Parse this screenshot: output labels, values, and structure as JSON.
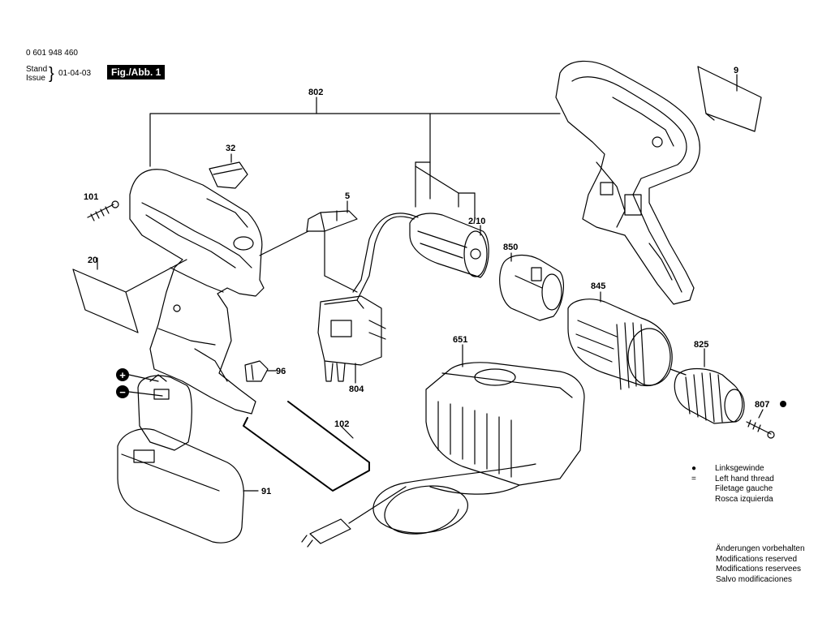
{
  "header": {
    "part_number": "0 601 948 460",
    "stand_label": "Stand",
    "issue_label": "Issue",
    "brace": "}",
    "date": "01-04-03",
    "figure_label": "Fig./Abb. 1"
  },
  "parts": {
    "p802": "802",
    "p9": "9",
    "p32": "32",
    "p101": "101",
    "p5": "5",
    "p2_10": "2/10",
    "p850": "850",
    "p20": "20",
    "p845": "845",
    "p651": "651",
    "p825": "825",
    "p96": "96",
    "p804": "804",
    "p807": "807",
    "p102": "102",
    "p91": "91"
  },
  "terminals": {
    "plus": "+",
    "minus": "−"
  },
  "legend": {
    "marker": "● =",
    "lines": [
      "Linksgewinde",
      "Left hand thread",
      "Filetage gauche",
      "Rosca izquierda"
    ]
  },
  "notice": {
    "lines": [
      "Änderungen vorbehalten",
      "Modifications reserved",
      "Modifications reservees",
      "Salvo modificaciones"
    ]
  }
}
